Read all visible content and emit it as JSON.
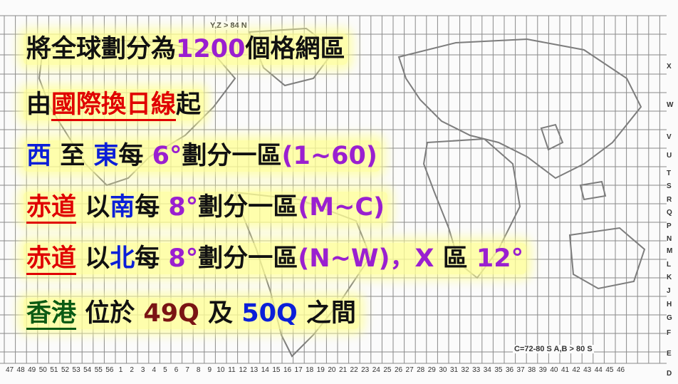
{
  "map": {
    "top_label": "Y,Z > 84 N",
    "bottom_note": "C=72-80 S  A,B > 80 S",
    "lat_letters": [
      "X",
      "W",
      "V",
      "U",
      "T",
      "S",
      "R",
      "Q",
      "P",
      "N",
      "M",
      "L",
      "K",
      "J",
      "H",
      "G",
      "F",
      "E",
      "D"
    ],
    "zone_numbers": [
      "47",
      "48",
      "49",
      "50",
      "51",
      "52",
      "53",
      "54",
      "55",
      "56",
      "1",
      "2",
      "3",
      "4",
      "5",
      "6",
      "7",
      "8",
      "9",
      "10",
      "11",
      "12",
      "13",
      "14",
      "15",
      "16",
      "17",
      "18",
      "19",
      "20",
      "21",
      "22",
      "23",
      "24",
      "25",
      "26",
      "27",
      "28",
      "29",
      "30",
      "31",
      "32",
      "33",
      "34",
      "35",
      "36",
      "37",
      "38",
      "39",
      "40",
      "41",
      "42",
      "43",
      "44",
      "45",
      "46"
    ],
    "grid_color": "#8a8a8a",
    "land_color": "#7d7d7d"
  },
  "lines": {
    "l1": {
      "a": "將全球劃分為",
      "b": "1200",
      "c": "個格網區"
    },
    "l2": {
      "a": "由",
      "b": "國際換日線",
      "c": "起"
    },
    "l3": {
      "a": "西",
      "b": " 至 ",
      "c": "東",
      "d": "每 ",
      "e": "6°",
      "f": "劃分一區",
      "g": "(1~60)"
    },
    "l4": {
      "a": "赤道",
      "b": " 以",
      "c": "南",
      "d": "每 ",
      "e": "8°",
      "f": "劃分一區",
      "g": "(M~C)"
    },
    "l5": {
      "a": "赤道",
      "b": " 以",
      "c": "北",
      "d": "每 ",
      "e": "8°",
      "f": "劃分一區",
      "g": "(N~W)",
      "h": "，",
      "i": "X",
      "j": " 區 ",
      "k": "12°"
    },
    "l6": {
      "a": "香港",
      "b": " 位於 ",
      "c": "49Q",
      "d": " 及 ",
      "e": "50Q",
      "f": " 之間"
    }
  }
}
